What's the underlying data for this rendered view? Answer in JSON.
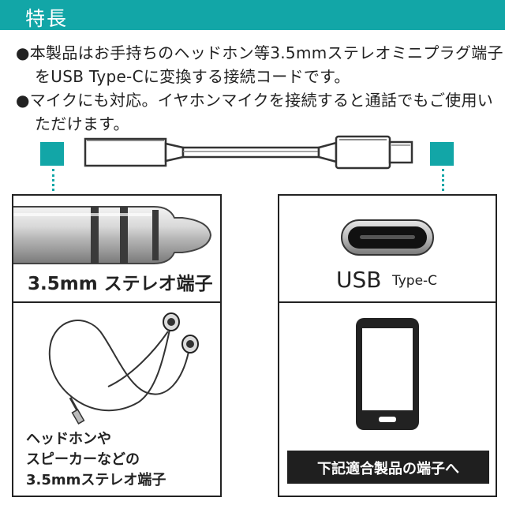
{
  "header": {
    "title": "特長"
  },
  "description": {
    "lines": [
      "●本製品はお手持ちのヘッドホン等3.5mmステレオミニプラグ端子",
      "をUSB Type-Cに変換する接続コードです。",
      "●マイクにも対応。イヤホンマイクを接続すると通話でもご使用い",
      "ただけます。"
    ]
  },
  "left_panel": {
    "plug_label": "3.5mm ステレオ端子",
    "device_lines": [
      "ヘッドホンや",
      "スピーカーなどの",
      "3.5mmステレオ端子"
    ]
  },
  "right_panel": {
    "usb_label": "USB",
    "typec_label": "Type-C",
    "banner": "下記適合製品の端子へ"
  },
  "colors": {
    "accent": "#12a6a7",
    "dark": "#1f1f1f"
  }
}
